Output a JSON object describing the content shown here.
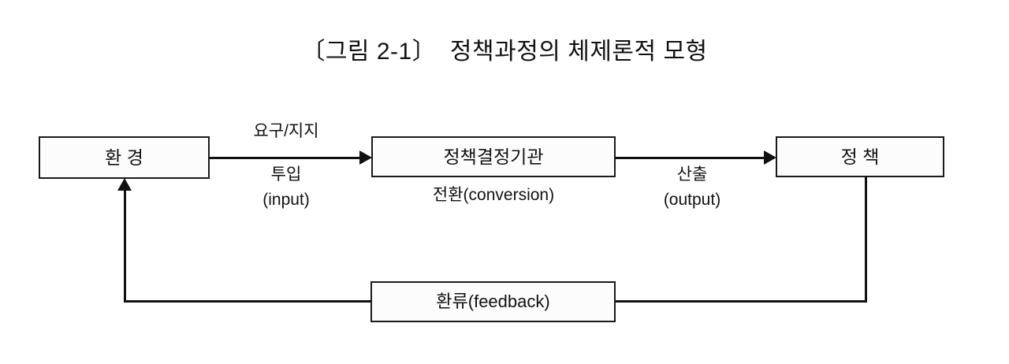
{
  "figure": {
    "title": "〔그림 2-1〕  정책과정의 체제론적 모형",
    "nodes": {
      "environment": "환 경",
      "decision_body": "정책결정기관",
      "policy": "정 책",
      "feedback": "환류(feedback)"
    },
    "labels": {
      "demand_support": "요구/지지",
      "input_ko": "투입",
      "input_en": "(input)",
      "conversion": "전환(conversion)",
      "output_ko": "산출",
      "output_en": "(output)"
    },
    "colors": {
      "ink": "#111111",
      "border": "#1a1a1a",
      "box_fill": "#fcfcfc",
      "background": "#ffffff"
    }
  }
}
